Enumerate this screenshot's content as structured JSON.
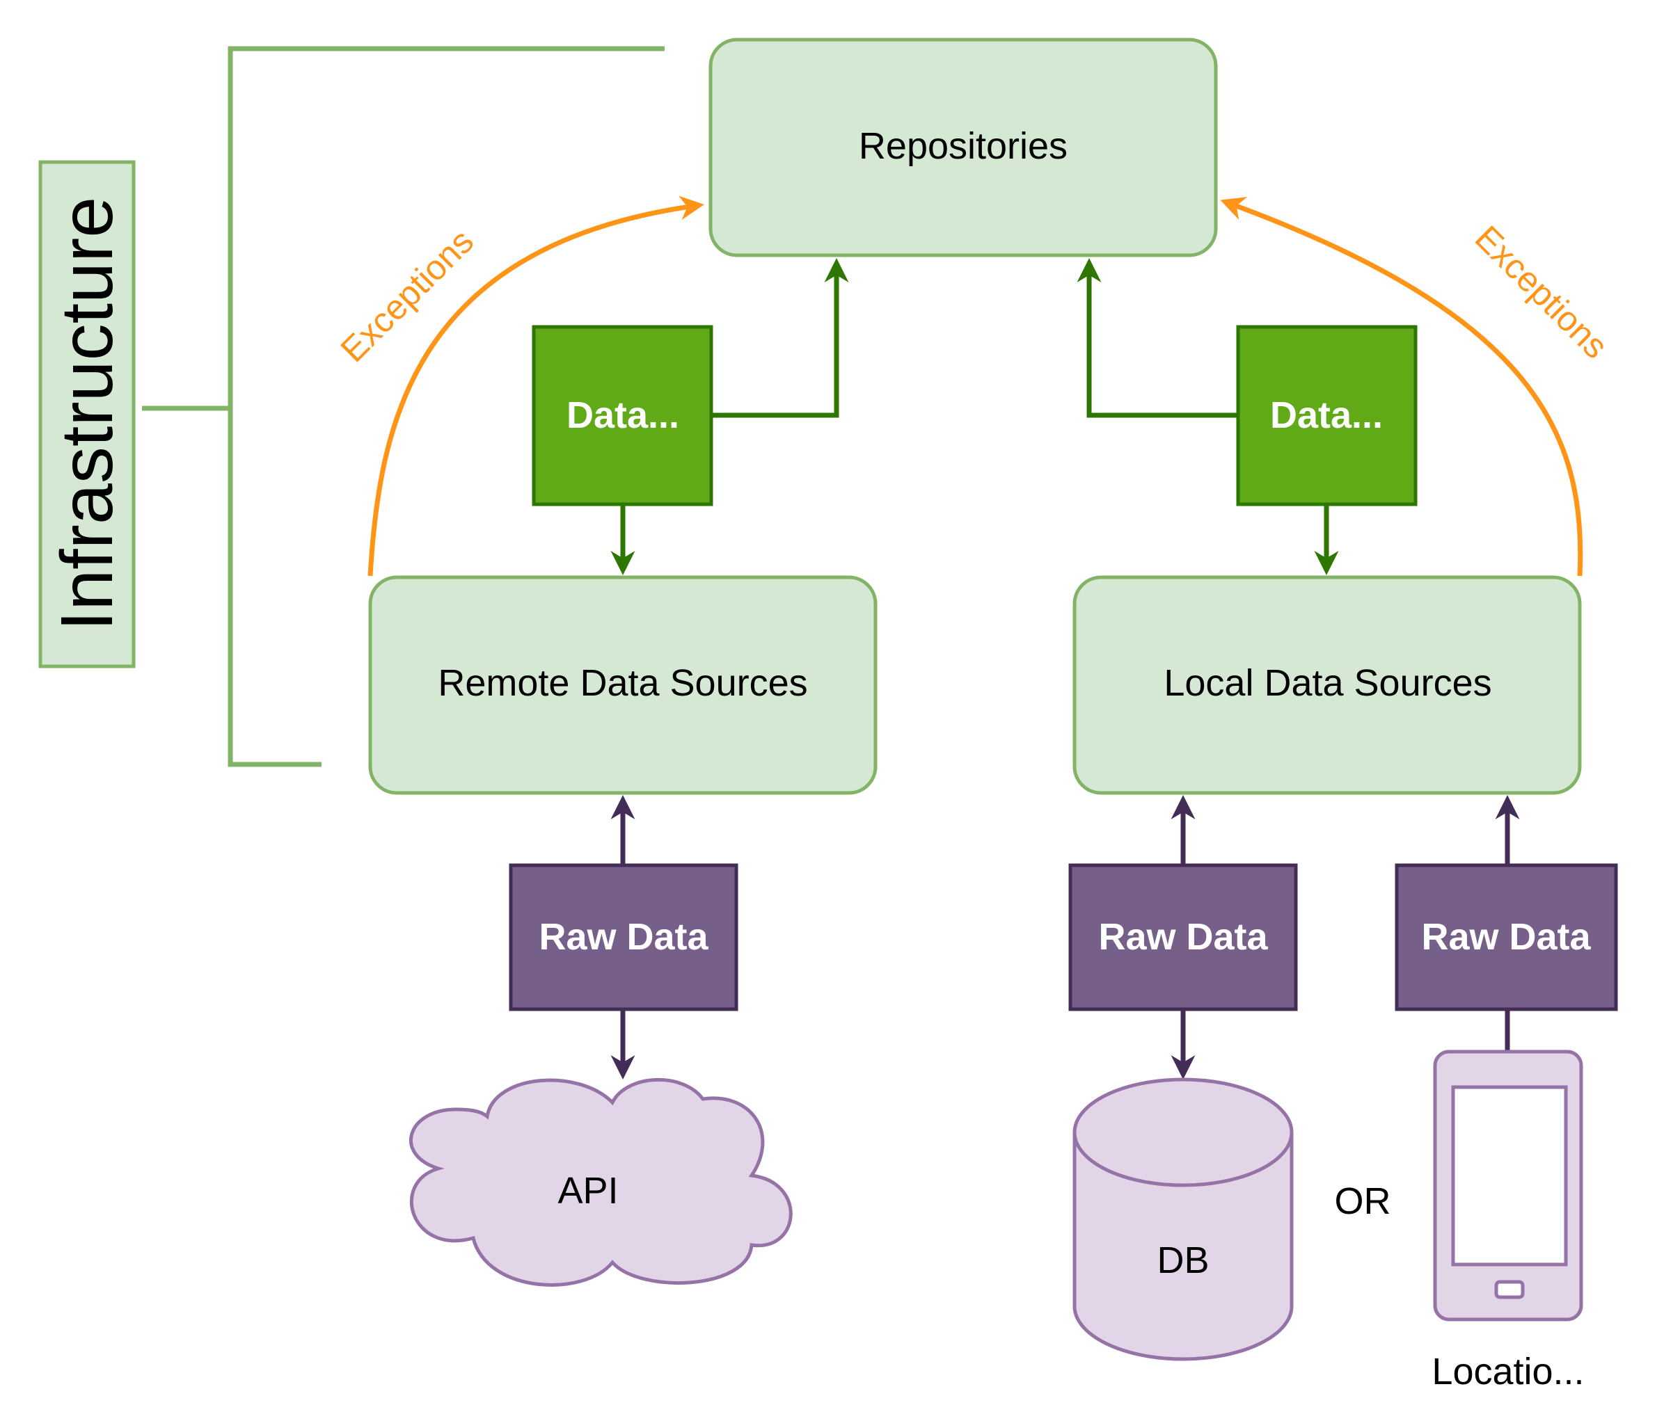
{
  "diagram": {
    "infrastructure_label": "Infrastructure",
    "repositories_label": "Repositories",
    "remote_label": "Remote Data Sources",
    "local_label": "Local Data Sources",
    "data_left_label": "Data...",
    "data_right_label": "Data...",
    "exceptions_left_label": "Exceptions",
    "exceptions_right_label": "Exceptions",
    "raw_data_api_label": "Raw Data",
    "raw_data_db_label": "Raw Data",
    "raw_data_location_label": "Raw Data",
    "api_label": "API",
    "db_label": "DB",
    "or_label": "OR",
    "location_label": "Locatio..."
  },
  "colors": {
    "container_fill": "#d5e8d4",
    "container_stroke": "#82b366",
    "data_fill": "#60a917",
    "data_stroke": "#2d7600",
    "raw_fill": "#76608a",
    "raw_stroke": "#432d57",
    "store_fill": "#e1d5e7",
    "store_stroke": "#9673a6",
    "exceptions": "#ff9416"
  }
}
